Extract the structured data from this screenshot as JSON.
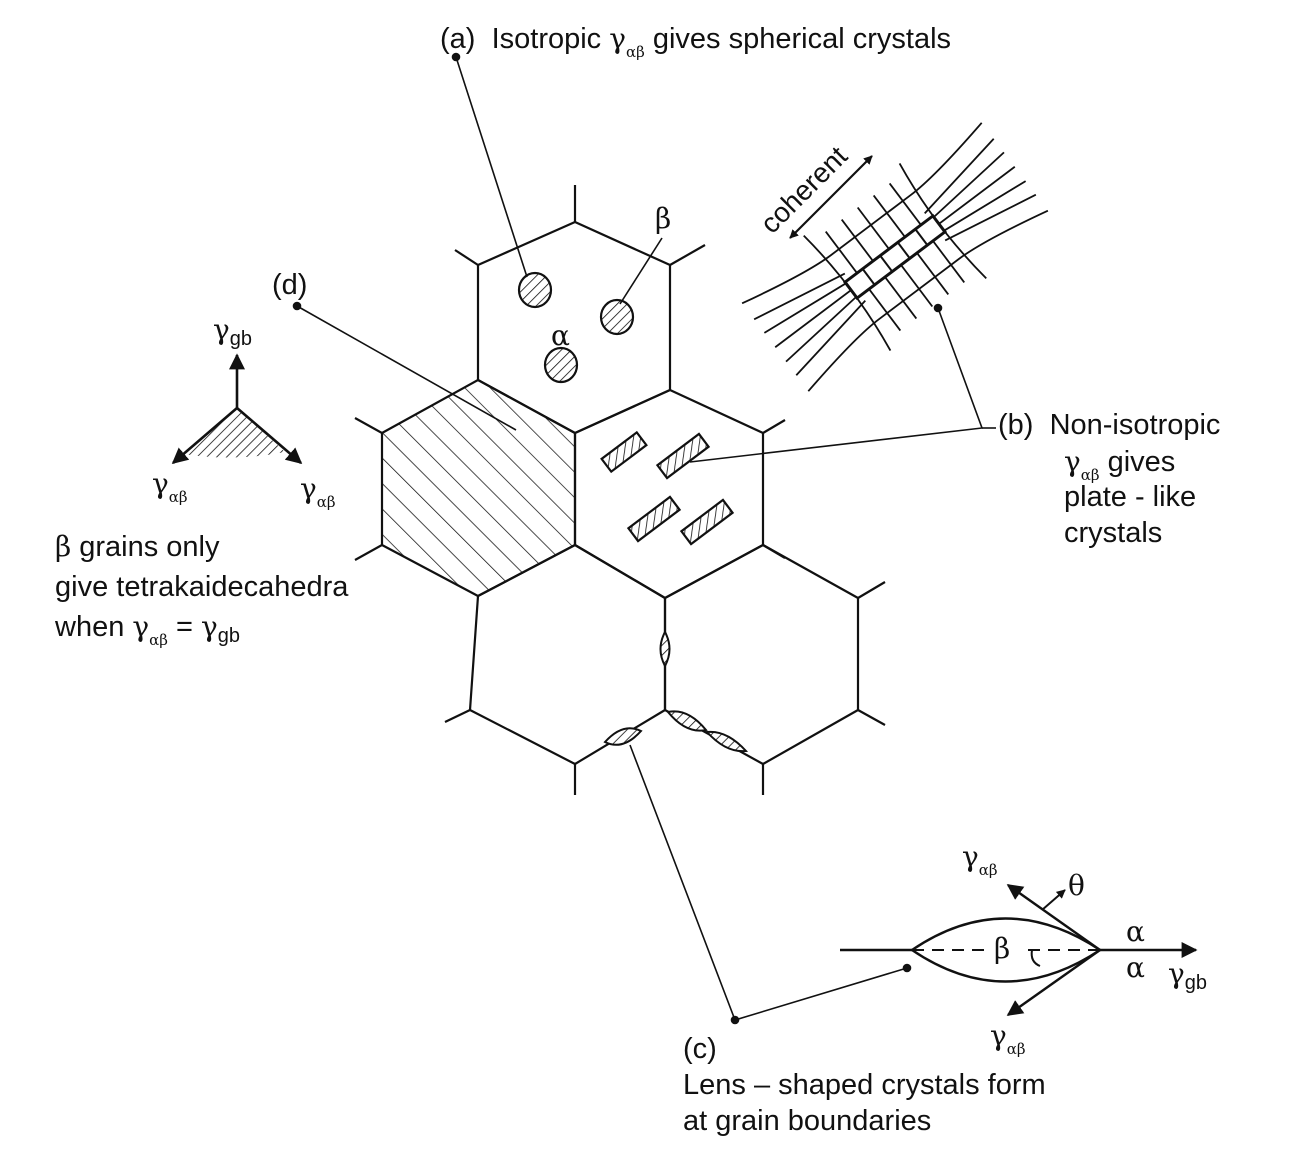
{
  "labels": {
    "a_tag": "(a)",
    "a_text_pre": "Isotropic",
    "a_text_post": "gives spherical crystals",
    "b_tag": "(b)",
    "b_line1": "Non-isotropic",
    "b_line2_post": "gives",
    "b_line3": "plate - like",
    "b_line4": "crystals",
    "c_tag": "(c)",
    "c_line1": "Lens – shaped crystals form",
    "c_line2": "at grain boundaries",
    "d_tag": "(d)",
    "d_line1_post": "grains only",
    "d_line2": "give tetrakaidecahedra",
    "d_line3_pre": "when",
    "d_eq": "=",
    "coherent": "coherent"
  },
  "symbols": {
    "gamma": "γ",
    "alpha": "α",
    "beta": "β",
    "theta": "θ",
    "sub_ab": "αβ",
    "sub_gb": "gb"
  },
  "colors": {
    "line": "#111111",
    "background": "#ffffff"
  }
}
